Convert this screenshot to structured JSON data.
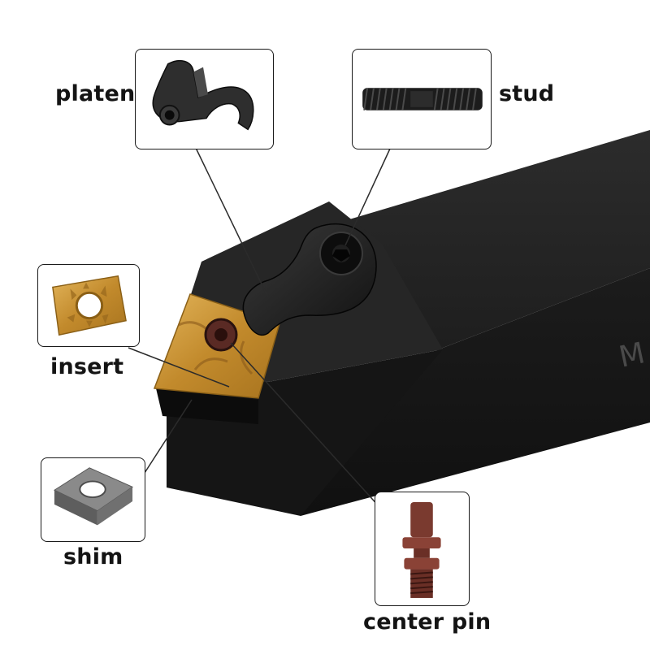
{
  "colors": {
    "holder_body": "#1b1b1b",
    "holder_highlight": "#2a2a2a",
    "insert_gold": "#c99a3c",
    "shim_gray": "#7d7d7d",
    "pin_bronze": "#7a3a2f",
    "leader_line": "#2b2b2b"
  },
  "parts": [
    {
      "id": "platen",
      "label": "platen",
      "icon": "platen-clamp-icon"
    },
    {
      "id": "stud",
      "label": "stud",
      "icon": "threaded-stud-icon"
    },
    {
      "id": "insert",
      "label": "insert",
      "icon": "gold-insert-icon"
    },
    {
      "id": "shim",
      "label": "shim",
      "icon": "square-shim-icon"
    },
    {
      "id": "center_pin",
      "label": "center pin",
      "icon": "center-pin-icon"
    }
  ],
  "holder": {
    "brand_text": "M"
  }
}
